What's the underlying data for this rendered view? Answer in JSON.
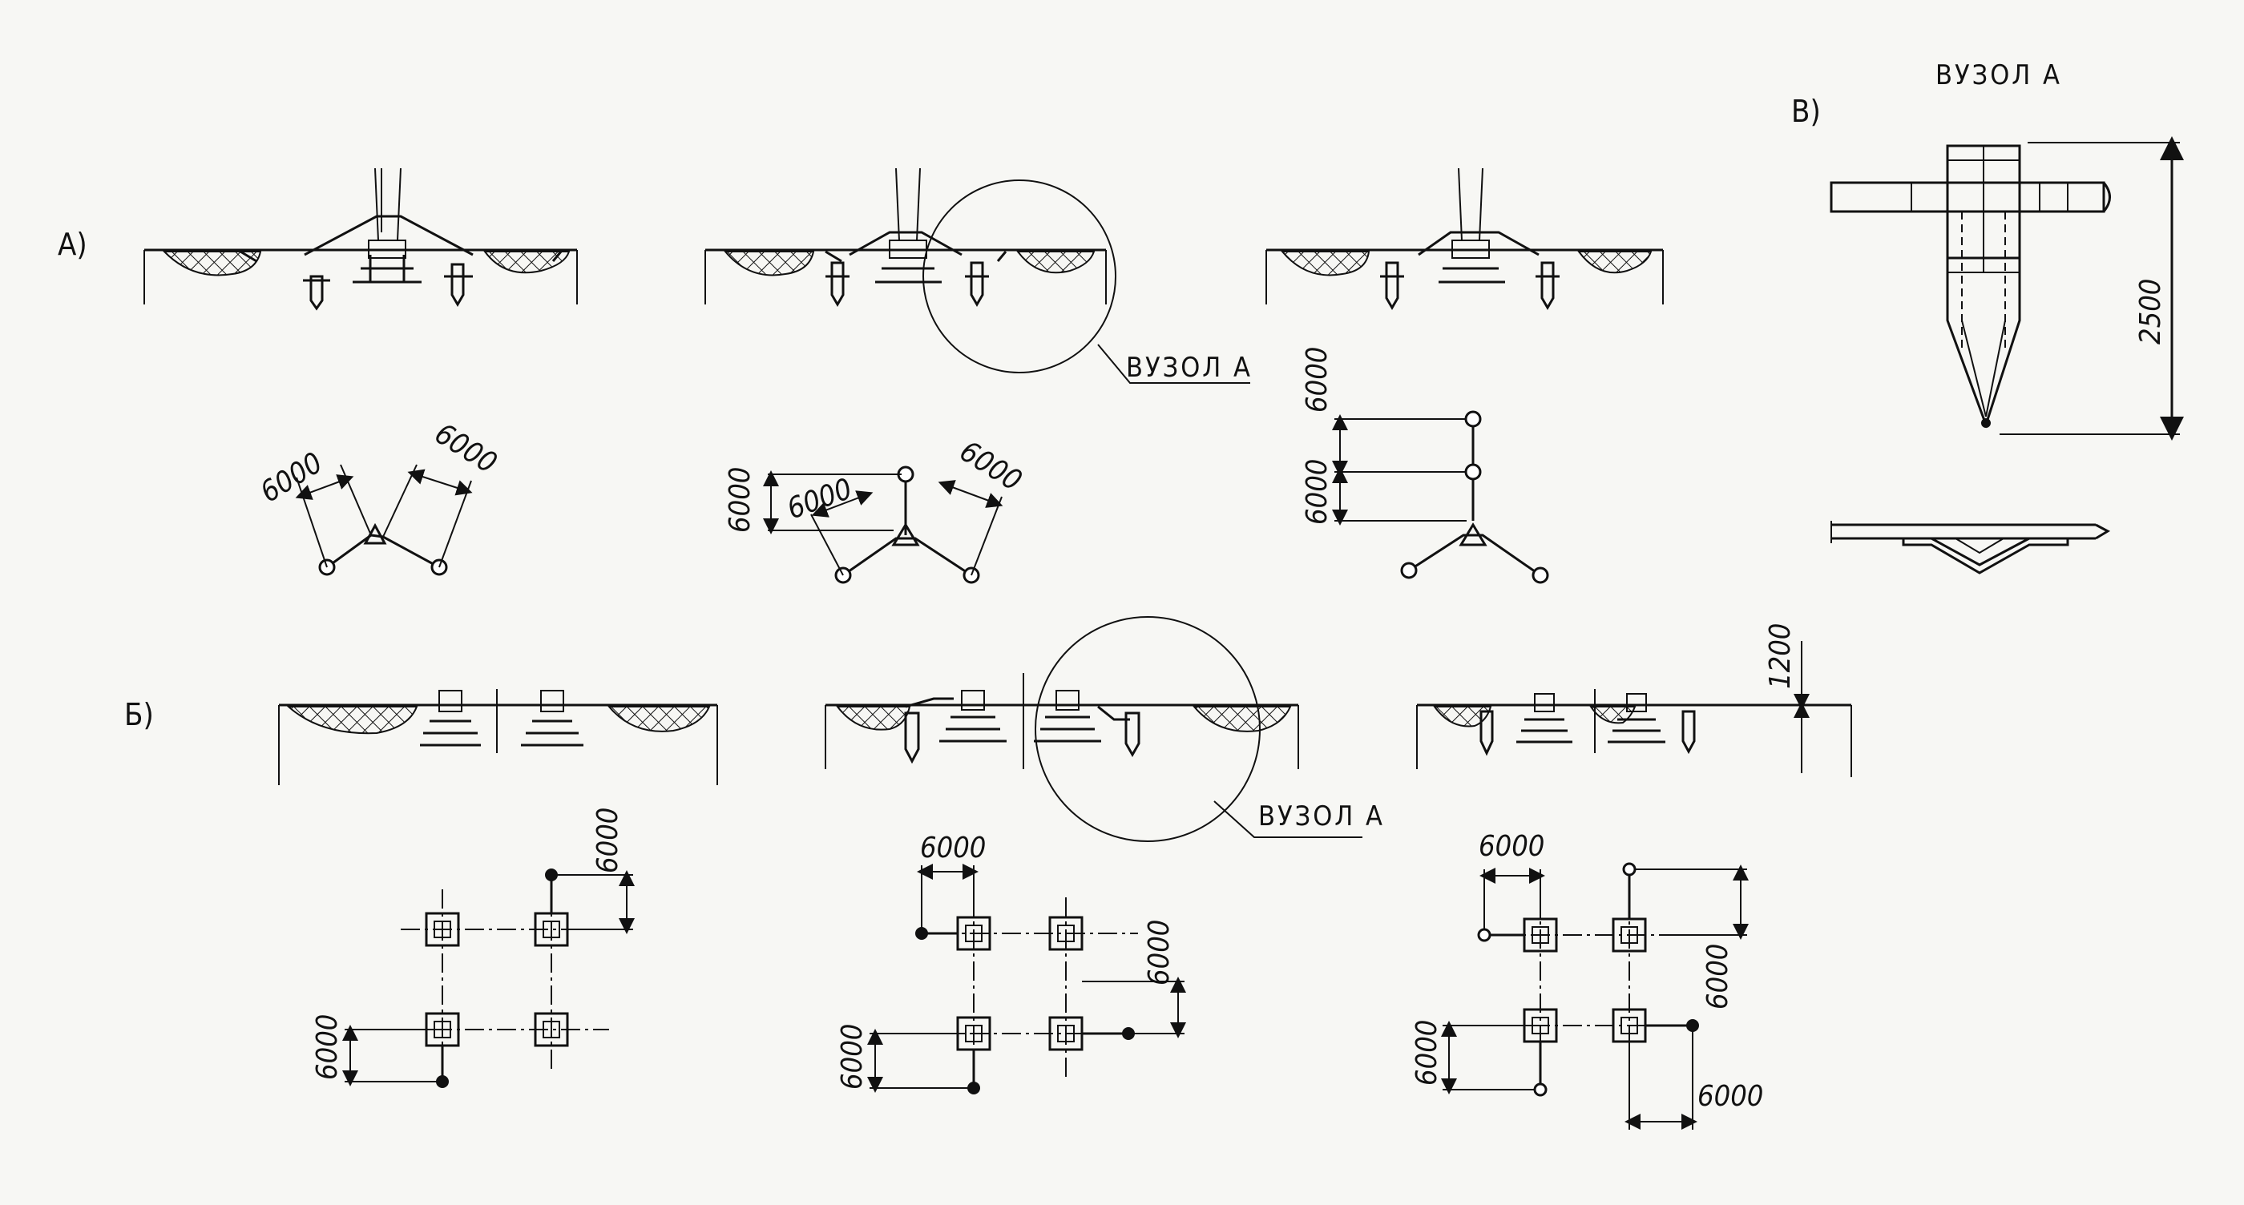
{
  "labels": {
    "section_a": "A)",
    "section_b": "Б)",
    "section_v": "B)",
    "node_a_top": "ВУЗОЛ  А",
    "node_a_mid": "ВУЗОЛ  А",
    "node_a_bot": "ВУЗОЛ  А"
  },
  "dimensions": {
    "d6000": "6000",
    "d2500": "2500",
    "d1200": "1200"
  },
  "colors": {
    "ink": "#111111",
    "paper": "#f7f7f4"
  }
}
